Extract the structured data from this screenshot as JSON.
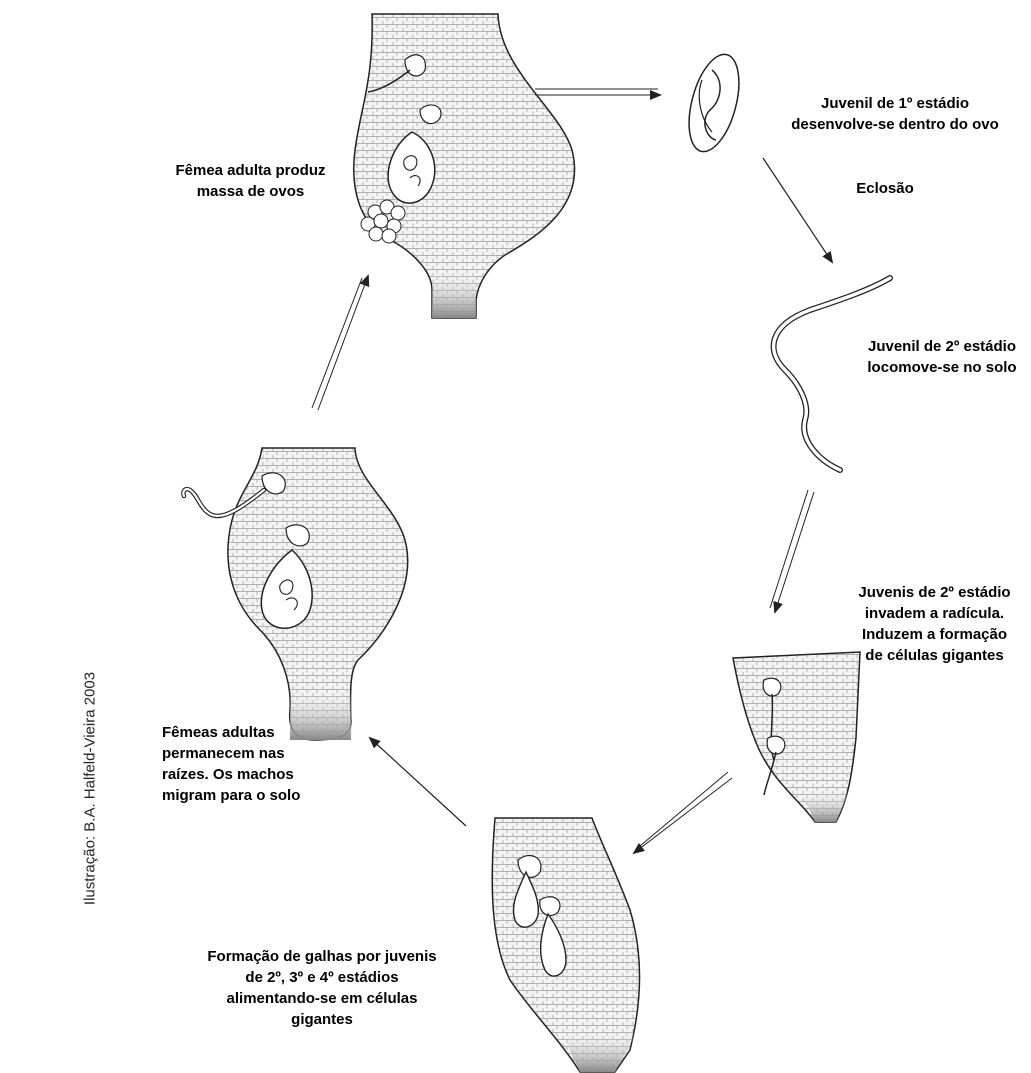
{
  "labels": {
    "adult_female_eggs": "Fêmea adulta produz\nmassa de ovos",
    "juvenile_1": "Juvenil de 1º estádio\ndesenvolve-se dentro do ovo",
    "hatching": "Eclosão",
    "juvenile_2_soil": "Juvenil de 2º estádio\nlocomove-se no solo",
    "juvenile_2_invade": "Juvenis de 2º estádio\ninvadem a radícula.\nInduzem a formação\nde células gigantes",
    "gall_formation": "Formação de galhas por juvenis\nde 2º, 3º e 4º estádios\nalimentando-se em células\ngigantes",
    "adults_remain": "Fêmeas adultas\npermanecem nas\nraízes. Os machos\nmigram para o solo"
  },
  "credit": "Ilustração: B.A. Halfeld-Vieira 2003"
}
